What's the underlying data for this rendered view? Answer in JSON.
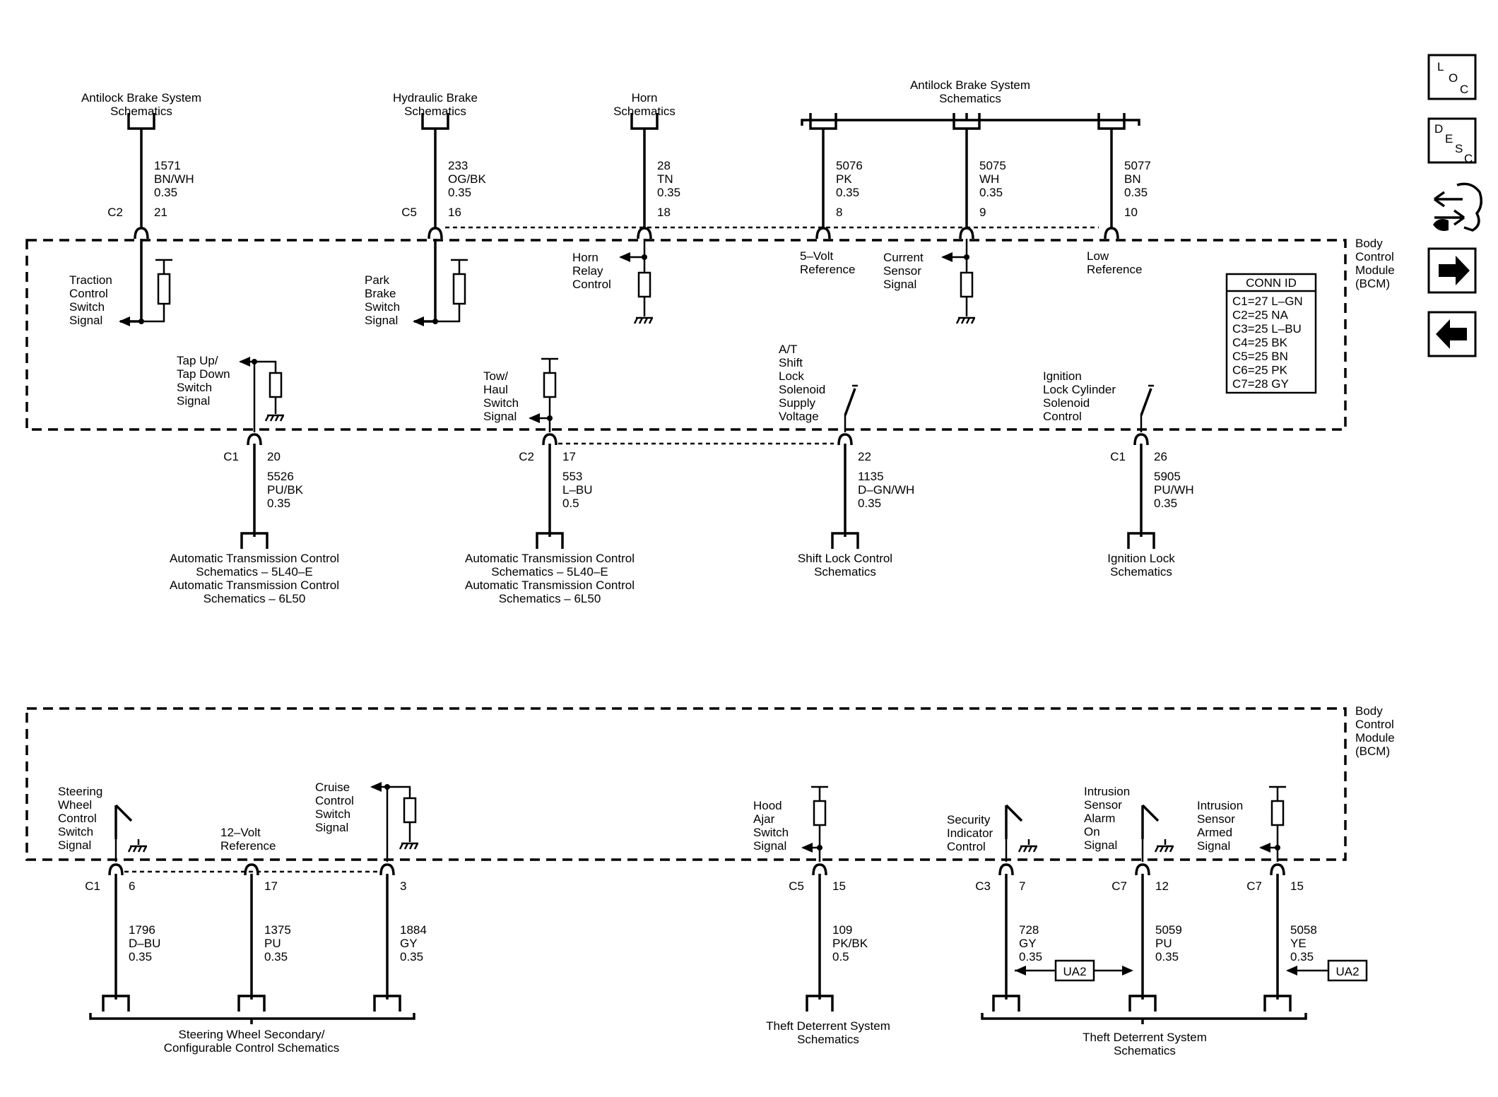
{
  "toolbar": {
    "loc": {
      "l1": "L",
      "l2": "O",
      "l3": "C"
    },
    "desc": {
      "l1": "D",
      "l2": "E",
      "l3": "S",
      "l4": "C"
    },
    "icons": [
      "loc-icon",
      "desc-icon",
      "connector-tool-icon",
      "forward-arrow-icon",
      "back-arrow-icon"
    ]
  },
  "top": {
    "module": [
      "Body",
      "Control",
      "Module",
      "(BCM)"
    ],
    "refs": {
      "abs_left": [
        "Antilock Brake System",
        "Schematics"
      ],
      "hydraulic": [
        "Hydraulic Brake",
        "Schematics"
      ],
      "horn": [
        "Horn",
        "Schematics"
      ],
      "abs_right": [
        "Antilock Brake System",
        "Schematics"
      ],
      "trans_a": [
        "Automatic Transmission Control",
        "Schematics – 5L40–E",
        "Automatic Transmission Control",
        "Schematics – 6L50"
      ],
      "trans_b": [
        "Automatic Transmission Control",
        "Schematics – 5L40–E",
        "Automatic Transmission Control",
        "Schematics – 6L50"
      ],
      "shiftlock": [
        "Shift Lock Control",
        "Schematics"
      ],
      "ignition": [
        "Ignition Lock",
        "Schematics"
      ]
    },
    "wires": [
      {
        "c": "C2",
        "pin": "21",
        "circuit": "1571",
        "color": "BN/WH",
        "gauge": "0.35"
      },
      {
        "c": "C5",
        "pin": "16",
        "circuit": "233",
        "color": "OG/BK",
        "gauge": "0.35"
      },
      {
        "c": "",
        "pin": "18",
        "circuit": "28",
        "color": "TN",
        "gauge": "0.35"
      },
      {
        "c": "",
        "pin": "8",
        "circuit": "5076",
        "color": "PK",
        "gauge": "0.35"
      },
      {
        "c": "",
        "pin": "9",
        "circuit": "5075",
        "color": "WH",
        "gauge": "0.35"
      },
      {
        "c": "",
        "pin": "10",
        "circuit": "5077",
        "color": "BN",
        "gauge": "0.35"
      },
      {
        "c": "C1",
        "pin": "20",
        "circuit": "5526",
        "color": "PU/BK",
        "gauge": "0.35"
      },
      {
        "c": "C2",
        "pin": "17",
        "circuit": "553",
        "color": "L–BU",
        "gauge": "0.5"
      },
      {
        "c": "",
        "pin": "22",
        "circuit": "1135",
        "color": "D–GN/WH",
        "gauge": "0.35"
      },
      {
        "c": "C1",
        "pin": "26",
        "circuit": "5905",
        "color": "PU/WH",
        "gauge": "0.35"
      }
    ],
    "signals": {
      "traction": [
        "Traction",
        "Control",
        "Switch",
        "Signal"
      ],
      "park": [
        "Park",
        "Brake",
        "Switch",
        "Signal"
      ],
      "horn_relay": [
        "Horn",
        "Relay",
        "Control"
      ],
      "five_volt": [
        "5–Volt",
        "Reference"
      ],
      "current": [
        "Current",
        "Sensor",
        "Signal"
      ],
      "low_ref": [
        "Low",
        "Reference"
      ],
      "tap": [
        "Tap Up/",
        "Tap Down",
        "Switch",
        "Signal"
      ],
      "tow": [
        "Tow/",
        "Haul",
        "Switch",
        "Signal"
      ],
      "at_shift": [
        "A/T",
        "Shift",
        "Lock",
        "Solenoid",
        "Supply",
        "Voltage"
      ],
      "ign_lock": [
        "Ignition",
        "Lock Cylinder",
        "Solenoid",
        "Control"
      ]
    },
    "conn_id": {
      "title": "CONN ID",
      "rows": [
        "C1=27 L–GN",
        "C2=25 NA",
        "C3=25 L–BU",
        "C4=25 BK",
        "C5=25 BN",
        "C6=25 PK",
        "C7=28 GY"
      ]
    }
  },
  "bottom": {
    "module": [
      "Body",
      "Control",
      "Module",
      "(BCM)"
    ],
    "refs": {
      "steering": [
        "Steering Wheel Secondary/",
        "Configurable Control Schematics"
      ],
      "theft_mid": [
        "Theft Deterrent System",
        "Schematics"
      ],
      "theft_right": [
        "Theft Deterrent System",
        "Schematics"
      ]
    },
    "wires": [
      {
        "c": "C1",
        "pin": "6",
        "circuit": "1796",
        "color": "D–BU",
        "gauge": "0.35"
      },
      {
        "c": "",
        "pin": "17",
        "circuit": "1375",
        "color": "PU",
        "gauge": "0.35"
      },
      {
        "c": "",
        "pin": "3",
        "circuit": "1884",
        "color": "GY",
        "gauge": "0.35"
      },
      {
        "c": "C5",
        "pin": "15",
        "circuit": "109",
        "color": "PK/BK",
        "gauge": "0.5"
      },
      {
        "c": "C3",
        "pin": "7",
        "circuit": "728",
        "color": "GY",
        "gauge": "0.35"
      },
      {
        "c": "C7",
        "pin": "12",
        "circuit": "5059",
        "color": "PU",
        "gauge": "0.35"
      },
      {
        "c": "C7",
        "pin": "15",
        "circuit": "5058",
        "color": "YE",
        "gauge": "0.35"
      }
    ],
    "signals": {
      "steering": [
        "Steering",
        "Wheel",
        "Control",
        "Switch",
        "Signal"
      ],
      "twelve_volt": [
        "12–Volt",
        "Reference"
      ],
      "cruise": [
        "Cruise",
        "Control",
        "Switch",
        "Signal"
      ],
      "hood": [
        "Hood",
        "Ajar",
        "Switch",
        "Signal"
      ],
      "security": [
        "Security",
        "Indicator",
        "Control"
      ],
      "intrusion_alarm": [
        "Intrusion",
        "Sensor",
        "Alarm",
        "On",
        "Signal"
      ],
      "intrusion_armed": [
        "Intrusion",
        "Sensor",
        "Armed",
        "Signal"
      ]
    },
    "ua2_left": "UA2",
    "ua2_right": "UA2"
  }
}
